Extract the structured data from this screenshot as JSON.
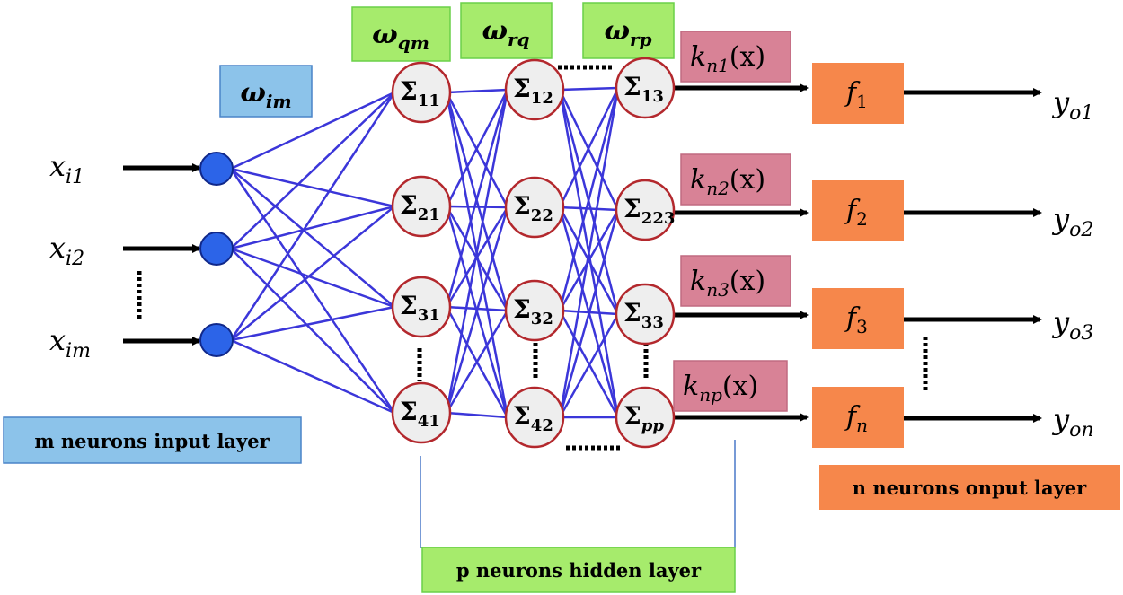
{
  "colors": {
    "connection": "#3b36d9",
    "neuron_fill": "#eeeeee",
    "neuron_stroke": "#b3282d",
    "input_fill": "#2c64e8",
    "input_stroke": "#10288a",
    "weight_box_fill": "#a6eb6c",
    "weight_box_stroke": "#6ad048",
    "kernel_box_fill": "#d88296",
    "kernel_box_stroke": "#c06a80",
    "output_box_fill": "#f6874b",
    "input_label_fill": "#8cc3ea",
    "input_label_stroke": "#4a84c8",
    "bracket": "#4a78c8"
  },
  "inputs": [
    {
      "base": "x",
      "sub": "i1"
    },
    {
      "base": "x",
      "sub": "i2"
    },
    {
      "base": "x",
      "sub": "im"
    }
  ],
  "weights": {
    "w_im": {
      "base": "ω",
      "sub": "im"
    },
    "w_qm": {
      "base": "ω",
      "sub": "qm"
    },
    "w_rq": {
      "base": "ω",
      "sub": "rq"
    },
    "w_rp": {
      "base": "ω",
      "sub": "rp"
    }
  },
  "hidden": {
    "col1": [
      "11",
      "21",
      "31",
      "41"
    ],
    "col2": [
      "12",
      "22",
      "32",
      "42"
    ],
    "col3": [
      "13",
      "223",
      "33",
      "pp"
    ]
  },
  "kernels": [
    {
      "k": "k",
      "sub": "n1",
      "arg": "(x)"
    },
    {
      "k": "k",
      "sub": "n2",
      "arg": "(x)"
    },
    {
      "k": "k",
      "sub": "n3",
      "arg": "(x)"
    },
    {
      "k": "k",
      "sub": "np",
      "arg": "(x)"
    }
  ],
  "outputs": [
    {
      "f": "f",
      "fsub": "1",
      "y": "y",
      "ysub": "o1"
    },
    {
      "f": "f",
      "fsub": "2",
      "y": "y",
      "ysub": "o2"
    },
    {
      "f": "f",
      "fsub": "3",
      "y": "y",
      "ysub": "o3"
    },
    {
      "f": "f",
      "fsub": "n",
      "y": "y",
      "ysub": "on"
    }
  ],
  "labels": {
    "input_layer": "m neurons input layer",
    "hidden_layer": "p neurons hidden layer",
    "output_layer": "n neurons onput layer",
    "sigma": "Σ"
  }
}
